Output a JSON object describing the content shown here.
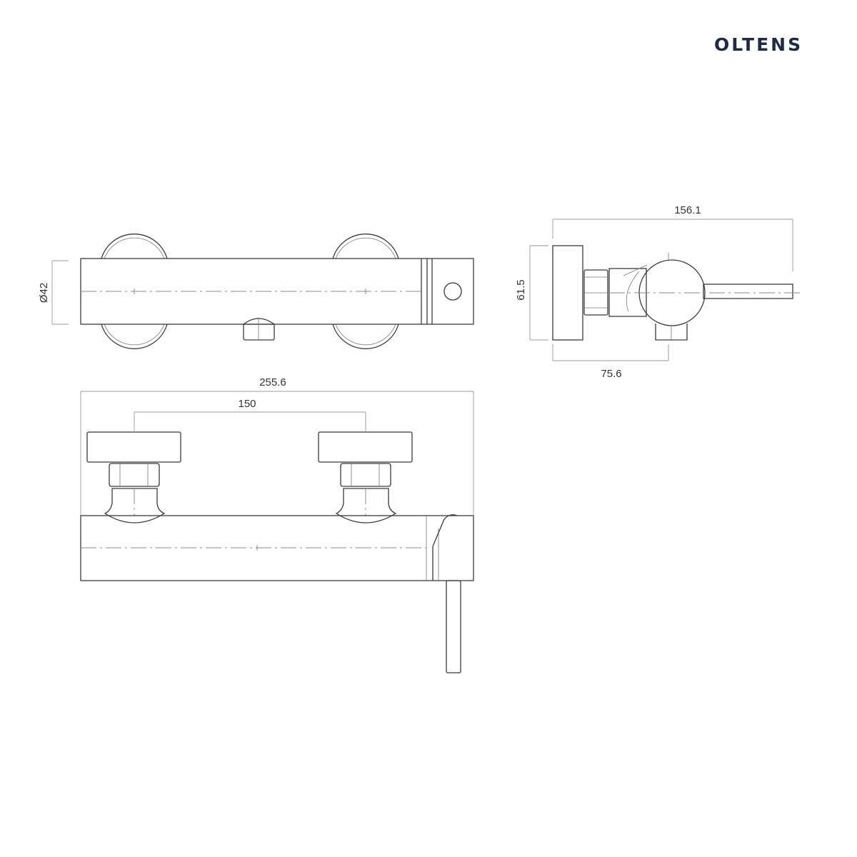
{
  "brand": {
    "logo_text": "OLTENS",
    "color": "#1f2a44"
  },
  "dimensions": {
    "diameter": "Ø42",
    "side_total_depth": "156.1",
    "side_height": "61.5",
    "side_outlet_depth": "75.6",
    "front_total_width": "255.6",
    "front_inlet_spacing": "150"
  }
}
